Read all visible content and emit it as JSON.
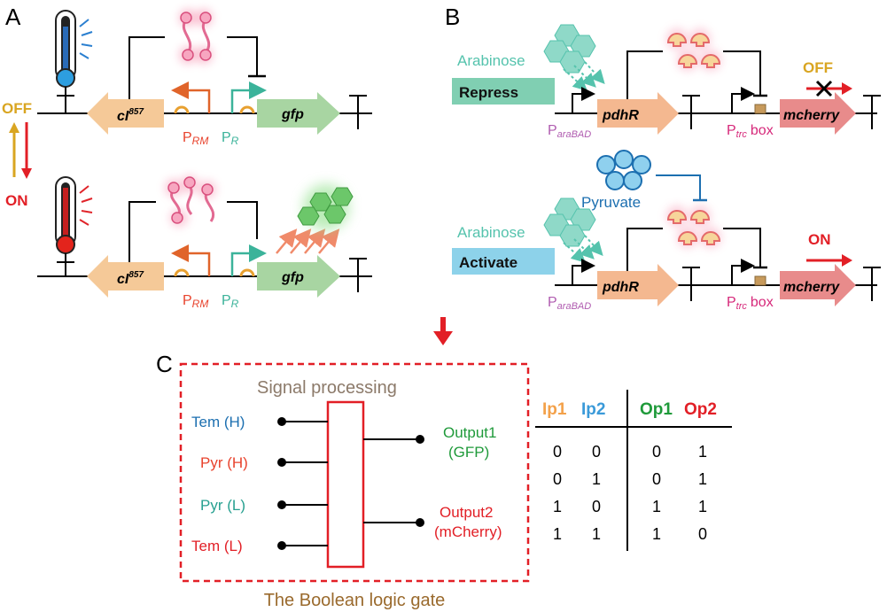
{
  "panels": {
    "a": {
      "letter": "A"
    },
    "b": {
      "letter": "B"
    },
    "c": {
      "letter": "C"
    }
  },
  "panel_a": {
    "off_label": "OFF",
    "on_label": "ON",
    "gene_ci": "cI",
    "gene_ci_sup": "857",
    "gene_gfp": "gfp",
    "promoter_prm_main": "P",
    "promoter_prm_sub": "RM",
    "promoter_pr_main": "P",
    "promoter_pr_sub": "R"
  },
  "panel_b": {
    "arabinose": "Arabinose",
    "pyruvate": "Pyruvate",
    "repress_label": "Repress",
    "activate_label": "Activate",
    "promoter_para_main": "P",
    "promoter_para_sub": "araBAD",
    "gene_pdhr": "pdhR",
    "promoter_ptrc_main": "P",
    "promoter_ptrc_sub": "trc",
    "box_label": "box",
    "gene_mcherry": "mcherry",
    "off_label": "OFF",
    "on_label": "ON"
  },
  "panel_c": {
    "signal_processing": "Signal processing",
    "gate_caption": "The Boolean logic gate",
    "inputs": [
      "Tem (H)",
      "Pyr (H)",
      "Pyr (L)",
      "Tem (L)"
    ],
    "output1_line1": "Output1",
    "output1_line2": "(GFP)",
    "output2_line1": "Output2",
    "output2_line2": "(mCherry)",
    "truth_table": {
      "headers": [
        "Ip1",
        "Ip2",
        "Op1",
        "Op2"
      ],
      "rows": [
        [
          "0",
          "0",
          "0",
          "1"
        ],
        [
          "0",
          "1",
          "0",
          "1"
        ],
        [
          "1",
          "0",
          "1",
          "1"
        ],
        [
          "1",
          "1",
          "1",
          "0"
        ]
      ]
    }
  },
  "colors": {
    "cI_arrow": "#f5c998",
    "gfp_arrow": "#a8d5a2",
    "pdhr_arrow": "#f4b890",
    "mcherry_arrow": "#e88b8b",
    "prm_red": "#e8432d",
    "pr_teal": "#3bb39a",
    "arabinose_teal": "#55c3ad",
    "pyruvate_blue": "#1c6fb0",
    "para_purple": "#b05cb0",
    "magenta": "#d6287a",
    "repress_box": "#80cfb2",
    "activate_box": "#8dd2ea",
    "gold": "#d9a521",
    "red": "#e21f26",
    "green": "#1f9a3a",
    "brown": "#9a6a2d"
  }
}
